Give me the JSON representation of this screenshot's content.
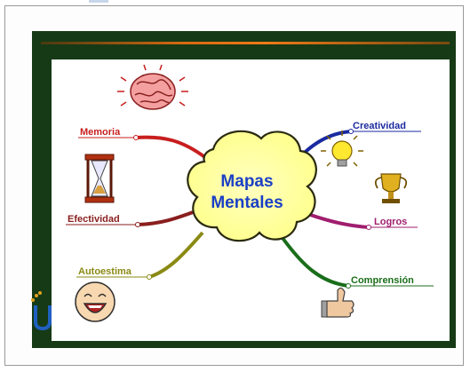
{
  "diagram": {
    "center": {
      "line1": "Mapas",
      "line2": "Mentales"
    },
    "branches": [
      {
        "id": "memoria",
        "label": "Memoria",
        "color": "#c81e1e"
      },
      {
        "id": "efectividad",
        "label": "Efectividad",
        "color": "#8a1e1e"
      },
      {
        "id": "autoestima",
        "label": "Autoestima",
        "color": "#8a8a14"
      },
      {
        "id": "creatividad",
        "label": "Creatividad",
        "color": "#1a2aa0"
      },
      {
        "id": "logros",
        "label": "Logros",
        "color": "#a01e6e"
      },
      {
        "id": "comprension",
        "label": "Comprensión",
        "color": "#1a6e1a"
      }
    ],
    "icons": [
      "brain-icon",
      "hourglass-icon",
      "laughing-face-icon",
      "lightbulb-icon",
      "trophy-icon",
      "thumbs-up-icon"
    ]
  },
  "colors": {
    "slide_border": "#163a16",
    "center_cloud": "#ffff99",
    "center_text": "#1a3fc6"
  }
}
